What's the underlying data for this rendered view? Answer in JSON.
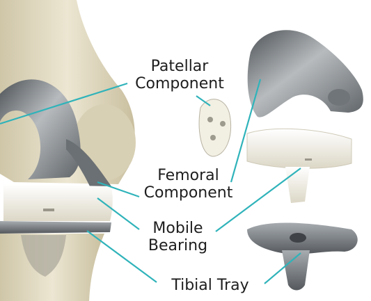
{
  "labels": {
    "patellar": [
      "Patellar",
      "Component"
    ],
    "femoral": [
      "Femoral",
      "Component"
    ],
    "mobile": [
      "Mobile",
      "Bearing"
    ],
    "tibial": [
      "Tibial Tray"
    ]
  },
  "colors": {
    "leader_line": "#2fb3ba",
    "bone": "#e3dcc4",
    "metal": "#8a8f93",
    "polyethylene": "#f4f1e6",
    "label_text": "#1e1e1e"
  }
}
